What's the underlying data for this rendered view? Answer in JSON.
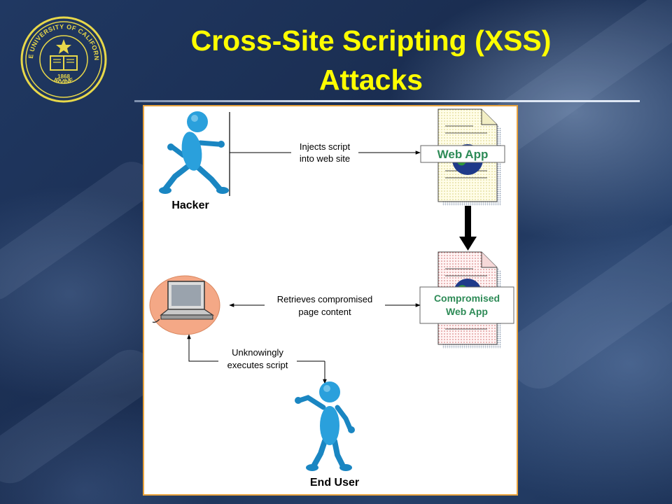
{
  "slide": {
    "title_line1": "Cross-Site Scripting (XSS)",
    "title_line2": "Attacks"
  },
  "seal": {
    "text_top": "THE UNIVERSITY OF CALIFORNIA",
    "text_bottom": "IRVINE",
    "year": "1868"
  },
  "diagram": {
    "hacker_label": "Hacker",
    "end_user_label": "End User",
    "web_app_label": "Web App",
    "compromised_line1": "Compromised",
    "compromised_line2": "Web App",
    "inject_line1": "Injects script",
    "inject_line2": "into web site",
    "retrieve_line1": "Retrieves compromised",
    "retrieve_line2": "page content",
    "execute_line1": "Unknowingly",
    "execute_line2": "executes script"
  },
  "colors": {
    "title": "#ffff00",
    "figure": "#2aa0dc",
    "badge_text": "#2e8b57",
    "panel_border": "#e8a23c",
    "seal": "#e8d84a"
  }
}
